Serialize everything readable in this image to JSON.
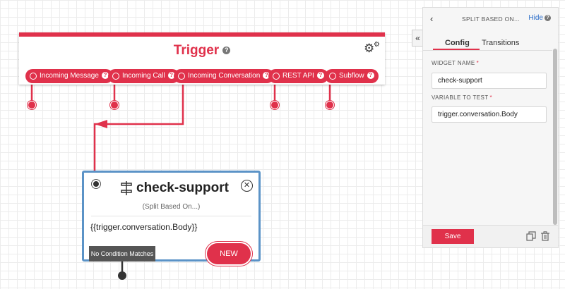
{
  "colors": {
    "accent": "#e0314b",
    "split_border": "#5b93c7",
    "link": "#2a6cc8"
  },
  "trigger": {
    "title": "Trigger",
    "help_icon": "question-circle-icon",
    "settings_icon": "gears-icon",
    "transitions": [
      {
        "label": "Incoming Message"
      },
      {
        "label": "Incoming Call"
      },
      {
        "label": "Incoming Conversation"
      },
      {
        "label": "REST API"
      },
      {
        "label": "Subflow"
      }
    ]
  },
  "split": {
    "title": "check-support",
    "subtitle": "(Split Based On...)",
    "body": "{{trigger.conversation.Body}}",
    "no_condition_label": "No Condition Matches",
    "new_label": "NEW",
    "icon": "split-icon",
    "close_icon": "close-circle-icon"
  },
  "panel": {
    "back_icon": "chevron-left-icon",
    "title": "SPLIT BASED ON...",
    "hide_label": "Hide",
    "collapse_icon": "double-chevron-left-icon",
    "tabs": [
      {
        "label": "Config"
      },
      {
        "label": "Transitions"
      }
    ],
    "widget_name_label": "WIDGET NAME",
    "widget_name_value": "check-support",
    "variable_label": "VARIABLE TO TEST",
    "variable_value": "trigger.conversation.Body",
    "required_mark": "*",
    "save_label": "Save",
    "duplicate_icon": "duplicate-icon",
    "delete_icon": "trash-icon"
  }
}
